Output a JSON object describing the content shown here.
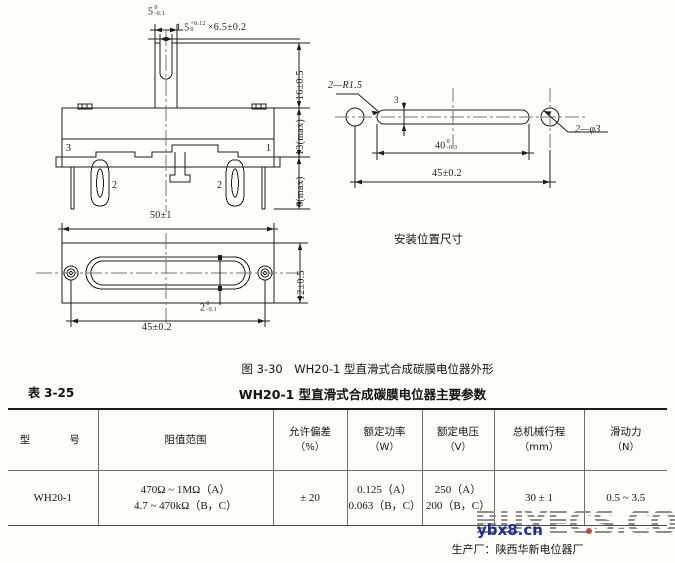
{
  "figure": {
    "caption": "图 3-30　WH20-1 型直滑式合成碳膜电位器外形",
    "mounting_caption": "安装位置尺寸",
    "front_view": {
      "dim_slot_width": "5",
      "dim_slot_width_tol_up": "0",
      "dim_slot_width_tol_lo": "-0.1",
      "dim_lever": "1.5",
      "dim_lever_tol_up": "+0.12",
      "dim_lever_tol_lo": "0",
      "dim_lever_len": "×6.5±0.2",
      "dim_height_16": "16±0.5",
      "dim_height_13": "13(max)",
      "dim_height_6": "6(max)",
      "pin_left": "3",
      "pin_right": "1",
      "pin_mid_left": "2",
      "pin_mid_right": "2"
    },
    "top_view": {
      "dim_length_50": "50±1",
      "dim_height_12": "12±0.5",
      "dim_length_45": "45±0.2",
      "dim_slot_2": "2",
      "dim_slot_2_tol_up": "0",
      "dim_slot_2_tol_lo": "-0.1"
    },
    "mounting_view": {
      "label_r15": "2—R1.5",
      "label_phi3": "2—φ3",
      "dim_3": "3",
      "dim_40": "40",
      "dim_40_tol_up": "0",
      "dim_40_tol_lo": "-0.3",
      "dim_45": "45±0.2"
    }
  },
  "table": {
    "number": "表 3-25",
    "title": "WH20-1 型直滑式合成碳膜电位器主要参数",
    "headers": [
      {
        "name": "型　　号",
        "unit": ""
      },
      {
        "name": "阻值范围",
        "unit": ""
      },
      {
        "name": "允许偏差",
        "unit": "（%）"
      },
      {
        "name": "额定功率",
        "unit": "（W）"
      },
      {
        "name": "额定电压",
        "unit": "（V）"
      },
      {
        "name": "总机械行程",
        "unit": "（mm）"
      },
      {
        "name": "滑动力",
        "unit": "（N）"
      }
    ],
    "rows": [
      {
        "model": "WH20-1",
        "resistance_1": "470Ω ~ 1MΩ（A）",
        "resistance_2": "4.7 ~ 470kΩ（B，C）",
        "tolerance": "± 20",
        "power_1": "0.125（A）",
        "power_2": "0.063（B，C）",
        "voltage_1": "250（A）",
        "voltage_2": "200（B，C）",
        "travel": "30 ± 1",
        "force": "0.5 ~ 3.5"
      }
    ]
  },
  "footer": {
    "manufacturer": "生产厂：陕西华新电位器厂"
  },
  "watermark": {
    "primary": "BUYECS.COM",
    "secondary": "ybx8.cn"
  }
}
